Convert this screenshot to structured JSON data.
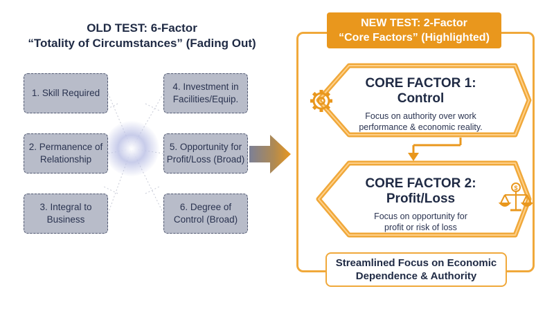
{
  "old_test": {
    "title_line1": "OLD TEST: 6-Factor",
    "title_line2": "“Totality of Circumstances” (Fading Out)",
    "factors": [
      "1. Skill Required",
      "2. Permanence of Relationship",
      "3. Integral to Business",
      "4. Investment in Facilities/Equip.",
      "5. Opportunity for Profit/Loss (Broad)",
      "6. Degree of Control (Broad)"
    ]
  },
  "new_test": {
    "title_line1": "NEW TEST: 2-Factor",
    "title_line2": "“Core Factors” (Highlighted)",
    "core1": {
      "heading_line1": "CORE FACTOR 1:",
      "heading_line2": "Control",
      "desc_line1": "Focus on authority over work",
      "desc_line2": "performance & economic reality.",
      "icon": "gear-icon"
    },
    "core2": {
      "heading_line1": "CORE FACTOR 2:",
      "heading_line2": "Profit/Loss",
      "desc_line1": "Focus on opportunity for",
      "desc_line2": "profit or risk of loss",
      "icon": "scales-icon"
    },
    "summary_line1": "Streamlined Focus on Economic",
    "summary_line2": "Dependence & Authority"
  },
  "colors": {
    "accent": "#e9971d",
    "navy": "#1f2a44",
    "old_box_fill": "#b8bcc9"
  }
}
